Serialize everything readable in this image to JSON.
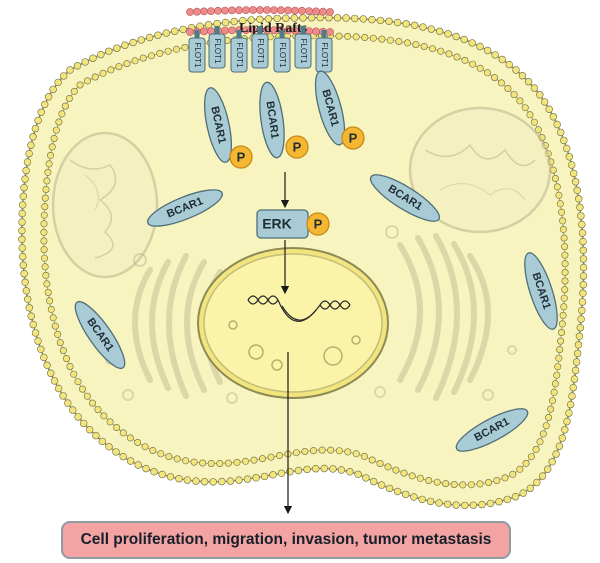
{
  "lipid_rafts": "Lipid Rafts",
  "flot_label": "FLOT1",
  "bcar1_label": "BCAR1",
  "phospho_label": "P",
  "erk_label": "ERK",
  "outcome": "Cell proliferation, migration, invasion, tumor metastasis",
  "colors": {
    "cytoplasm": "#f8f4bf",
    "membrane_bead": "#f2e57e",
    "protein": "#a9cbd6",
    "phosphate": "#f5b731",
    "raft_bead": "#ef8a8a",
    "outcome_fill": "#f4a3a3"
  }
}
